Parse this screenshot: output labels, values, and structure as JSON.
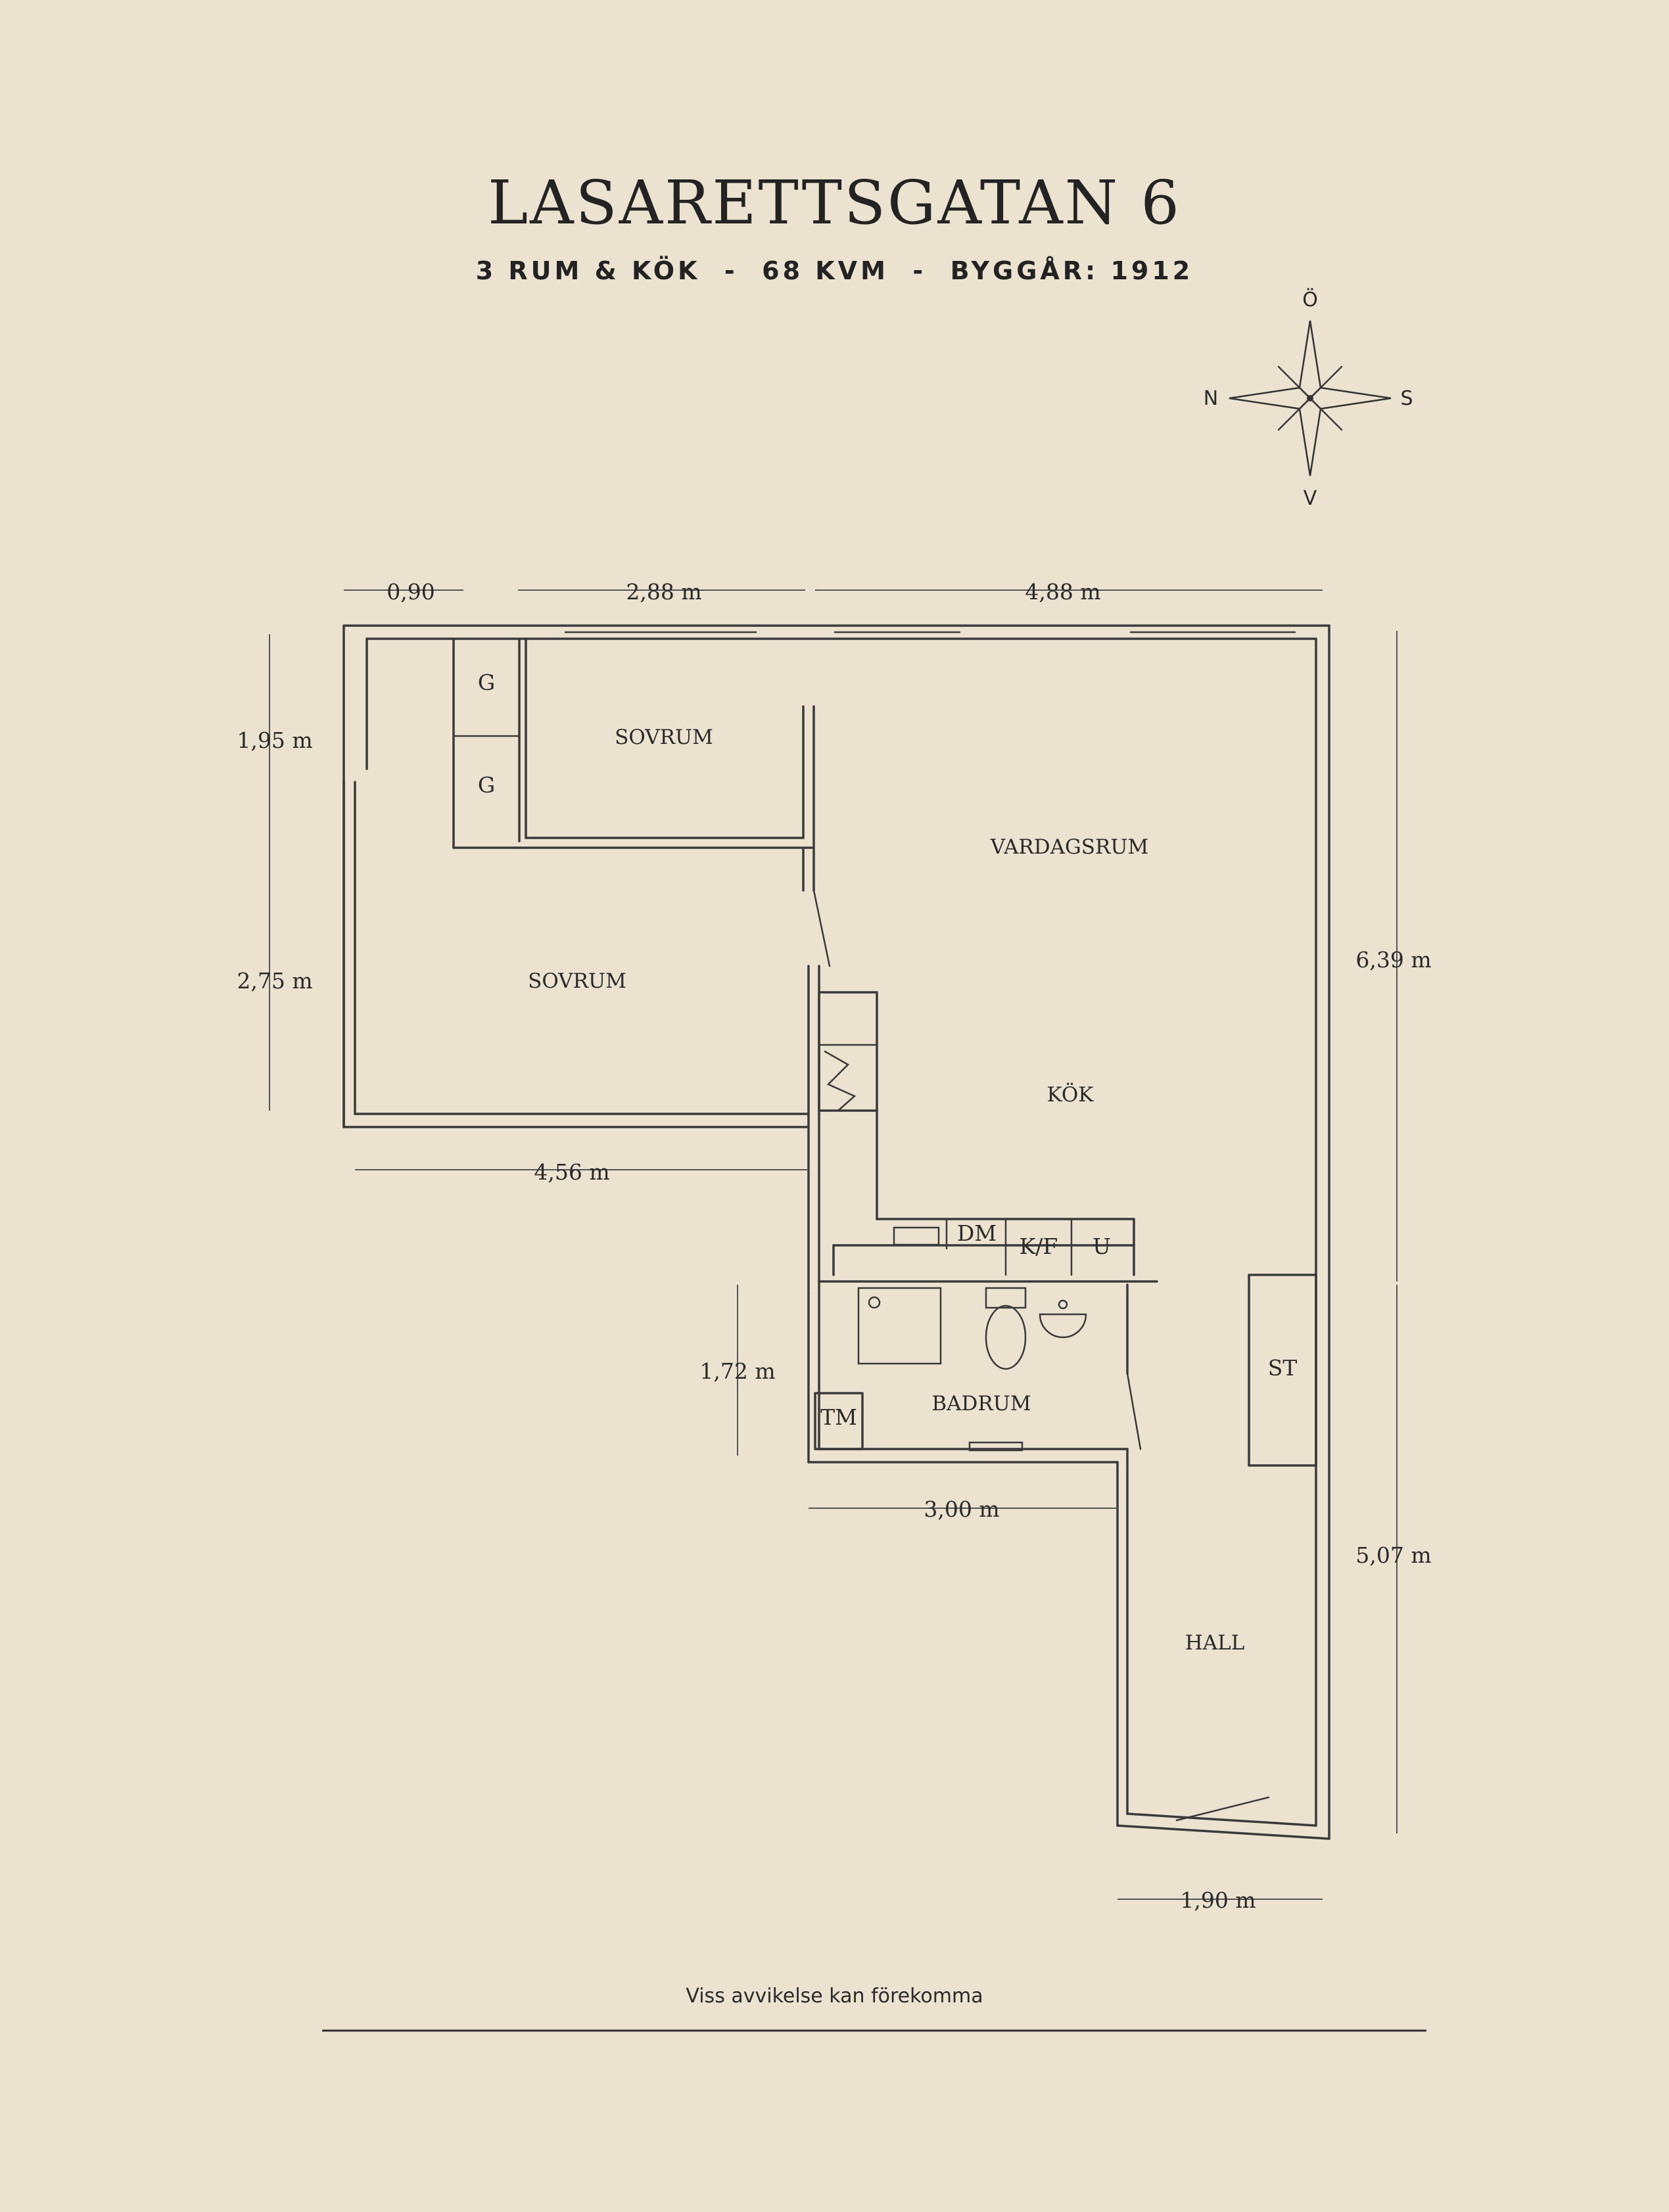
{
  "header": {
    "title": "LASARETTSGATAN 6",
    "subtitle": "3 RUM & KÖK  -  68 KVM  -  BYGGÅR: 1912"
  },
  "compass": {
    "top": "Ö",
    "left": "N",
    "right": "S",
    "bottom": "V"
  },
  "rooms": {
    "sovrum_upper": "SOVRUM",
    "sovrum_lower": "SOVRUM",
    "vardagsrum": "VARDAGSRUM",
    "kok": "KÖK",
    "badrum": "BADRUM",
    "hall": "HALL"
  },
  "fixtures": {
    "g1": "G",
    "g2": "G",
    "dm": "DM",
    "kf": "K/F",
    "u": "U",
    "tm": "TM",
    "st": "ST"
  },
  "dimensions": {
    "top_a": "0,90",
    "top_b": "2,88 m",
    "top_c": "4,88 m",
    "left_a": "1,95 m",
    "left_b": "2,75 m",
    "bottom_sovrum": "4,56 m",
    "badrum_height": "1,72 m",
    "badrum_width": "3,00 m",
    "right_a": "6,39 m",
    "right_b": "5,07 m",
    "hall_width": "1,90 m"
  },
  "footer": {
    "disclaimer": "Viss avvikelse kan förekomma"
  }
}
